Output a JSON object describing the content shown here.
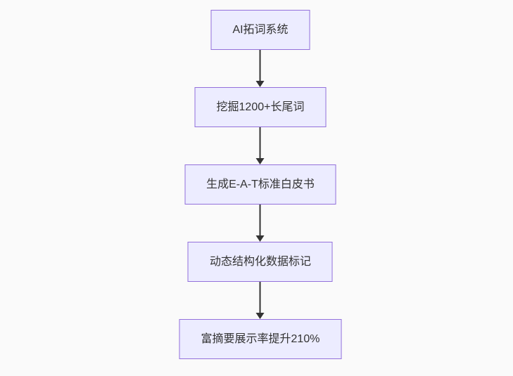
{
  "diagram": {
    "type": "flowchart",
    "direction": "top-down",
    "nodes": [
      {
        "id": "node-1",
        "label": "AI拓词系统"
      },
      {
        "id": "node-2",
        "label": "挖掘1200+长尾词"
      },
      {
        "id": "node-3",
        "label": "生成E-A-T标准白皮书"
      },
      {
        "id": "node-4",
        "label": "动态结构化数据标记"
      },
      {
        "id": "node-5",
        "label": "富摘要展示率提升210%"
      }
    ],
    "edges": [
      {
        "from": "node-1",
        "to": "node-2"
      },
      {
        "from": "node-2",
        "to": "node-3"
      },
      {
        "from": "node-3",
        "to": "node-4"
      },
      {
        "from": "node-4",
        "to": "node-5"
      }
    ],
    "colors": {
      "node_fill": "#ececff",
      "node_border": "#9370db",
      "node_text": "#333333",
      "arrow": "#333333",
      "background": "#fafafa"
    }
  }
}
